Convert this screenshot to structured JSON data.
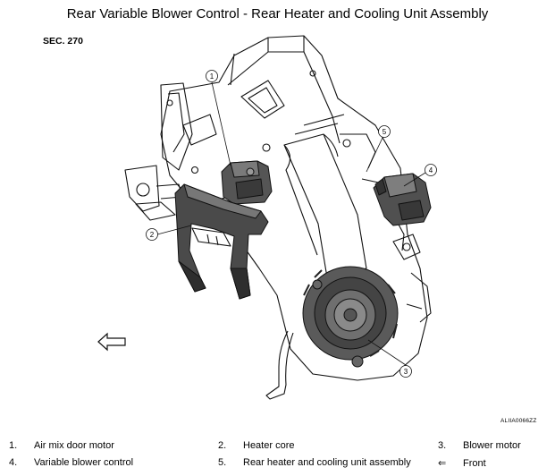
{
  "title": "Rear Variable Blower Control - Rear Heater and Cooling Unit Assembly",
  "section": "SEC. 270",
  "figure_id": "ALIIA0066ZZ",
  "callouts": [
    {
      "num": "1",
      "label": "Air mix door motor"
    },
    {
      "num": "2",
      "label": "Heater core"
    },
    {
      "num": "3",
      "label": "Blower motor"
    },
    {
      "num": "4",
      "label": "Variable blower control"
    },
    {
      "num": "5",
      "label": "Rear heater and cooling unit assembly"
    }
  ],
  "legend": [
    {
      "num": "1.",
      "label": "Air mix door motor"
    },
    {
      "num": "2.",
      "label": "Heater core"
    },
    {
      "num": "3.",
      "label": "Blower motor"
    },
    {
      "num": "4.",
      "label": "Variable blower control"
    },
    {
      "num": "5.",
      "label": "Rear heater and cooling unit assembly"
    },
    {
      "num": "⇐",
      "label": "Front"
    }
  ]
}
